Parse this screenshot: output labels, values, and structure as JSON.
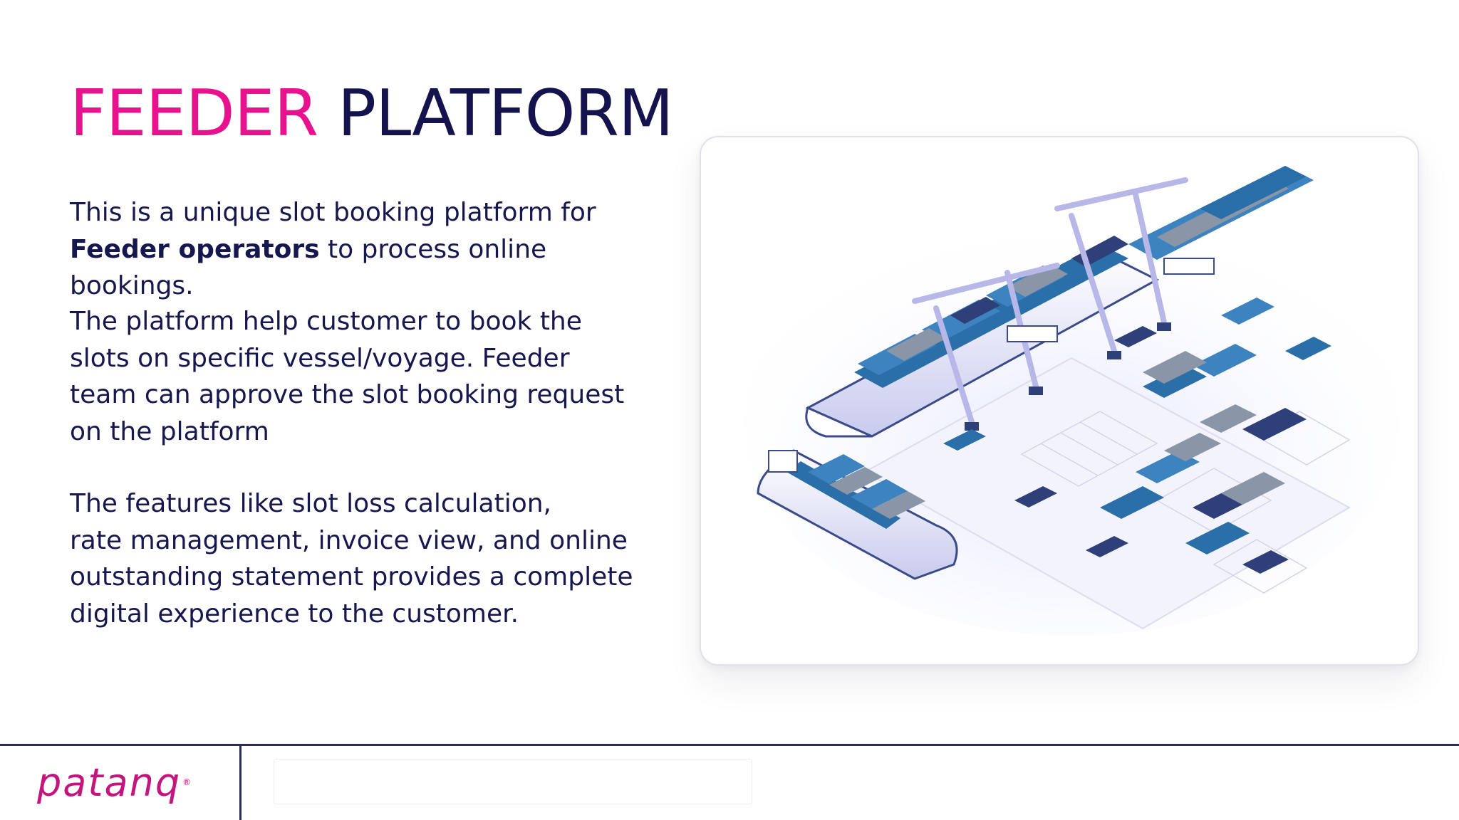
{
  "slide": {
    "title_accent": "FEEDER",
    "title_main": "PLATFORM",
    "paragraph1_line1": "This is a unique slot booking platform for",
    "paragraph1_bold": "Feeder operators",
    "paragraph1_rest": " to process online bookings.",
    "paragraph2": "The platform help customer to book the slots on specific vessel/voyage. Feeder team can approve the slot booking request on the platform",
    "paragraph3_line1": "The features like slot loss calculation,",
    "paragraph3_rest": "rate management, invoice view, and online outstanding statement provides a complete digital experience to the customer."
  },
  "illustration": {
    "icon": "port-container-ships-illustration"
  },
  "footer": {
    "logo_text": "patanq",
    "logo_mark": "®"
  },
  "colors": {
    "accent": "#e8128f",
    "title": "#14134e",
    "text": "#17174f",
    "logo": "#c4157f",
    "footer_line": "#2c2b55"
  }
}
